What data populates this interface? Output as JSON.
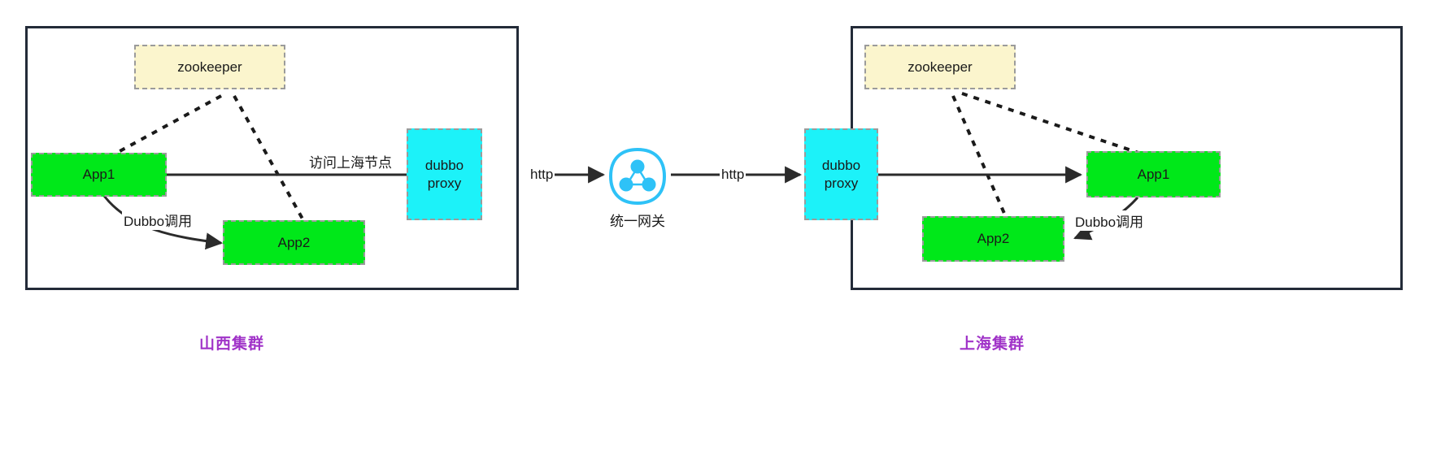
{
  "diagram": {
    "title": "Cross-cluster Dubbo / gateway architecture",
    "colors": {
      "frame_border": "#232b38",
      "app_fill": "#00e819",
      "zookeeper_fill": "#fbf5cd",
      "proxy_fill": "#1cf2f9",
      "node_border": "#9b9b9b",
      "caption": "#a033c8",
      "gateway_accent": "#29b6f6",
      "wire": "#2b2b2b"
    }
  },
  "clusters": [
    {
      "id": "shanxi",
      "caption": "山西集群",
      "nodes": {
        "zookeeper": "zookeeper",
        "app1": "App1",
        "app2": "App2",
        "proxy": "dubbo\nproxy"
      },
      "edges": {
        "app1_to_proxy": "访问上海节点",
        "app1_to_app2": "Dubbo调用"
      }
    },
    {
      "id": "shanghai",
      "caption": "上海集群",
      "nodes": {
        "zookeeper": "zookeeper",
        "app1": "App1",
        "app2": "App2",
        "proxy": "dubbo\nproxy"
      },
      "edges": {
        "proxy_to_app1": "",
        "app1_to_app2": "Dubbo调用"
      }
    }
  ],
  "gateway": {
    "caption": "统一网关",
    "icon": "share-nodes-icon",
    "inbound_label": "http",
    "outbound_label": "http"
  }
}
